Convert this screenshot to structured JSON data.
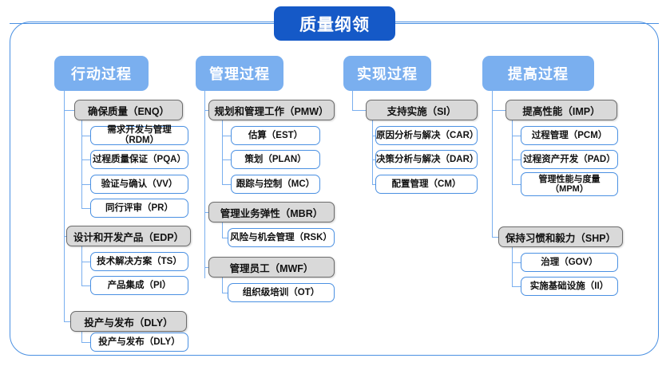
{
  "diagram": {
    "title": "质量纲领",
    "columns": [
      {
        "header": "行动过程",
        "groups": [
          {
            "label": "确保质量（ENQ）",
            "children": [
              "需求开发与管理（RDM）",
              "过程质量保证（PQA）",
              "验证与确认（VV）",
              "同行评审（PR）"
            ]
          },
          {
            "label": "设计和开发产品（EDP）",
            "children": [
              "技术解决方案（TS）",
              "产品集成（PI）"
            ]
          },
          {
            "label": "投产与发布（DLY）",
            "children": [
              "投产与发布（DLY）"
            ]
          }
        ]
      },
      {
        "header": "管理过程",
        "groups": [
          {
            "label": "规划和管理工作（PMW）",
            "children": [
              "估算（EST）",
              "策划（PLAN）",
              "跟踪与控制（MC）"
            ]
          },
          {
            "label": "管理业务弹性（MBR）",
            "children": [
              "风险与机会管理（RSK）"
            ]
          },
          {
            "label": "管理员工（MWF）",
            "children": [
              "组织级培训（OT）"
            ]
          }
        ]
      },
      {
        "header": "实现过程",
        "groups": [
          {
            "label": "支持实施（SI）",
            "children": [
              "原因分析与解决（CAR）",
              "决策分析与解决（DAR）",
              "配置管理（CM）"
            ]
          }
        ]
      },
      {
        "header": "提高过程",
        "groups": [
          {
            "label": "提高性能（IMP）",
            "children": [
              "过程管理（PCM）",
              "过程资产开发（PAD）",
              "管理性能与度量\n（MPM）"
            ]
          },
          {
            "label": "保持习惯和毅力（SHP）",
            "children": [
              "治理（GOV）",
              "实施基础设施（II）"
            ]
          }
        ]
      }
    ],
    "colors": {
      "title_bg": "#1559c7",
      "header_bg": "#7aafef",
      "group_bg": "#d9d9d9",
      "group_border": "#6b6b6b",
      "leaf_border": "#4a90e2",
      "frame_border": "#4a90e2",
      "connector": "#7aafef"
    }
  }
}
